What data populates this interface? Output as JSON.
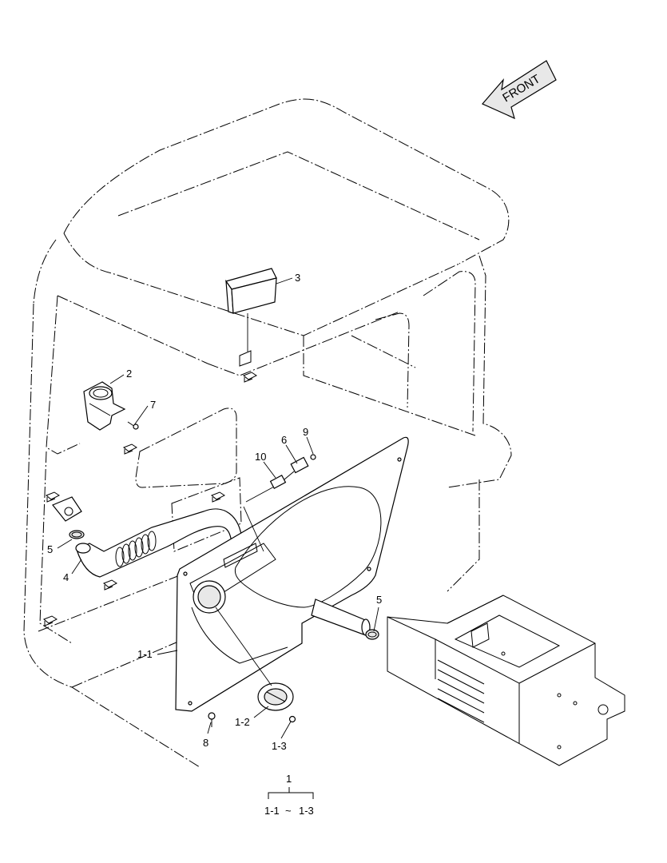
{
  "front_label": "FRONT",
  "callouts": {
    "c1": "1",
    "c1_1": "1-1",
    "c1_2": "1-2",
    "c1_3": "1-3",
    "c2": "2",
    "c3": "3",
    "c4": "4",
    "c5a": "5",
    "c5b": "5",
    "c6": "6",
    "c7": "7",
    "c8": "8",
    "c9": "9",
    "c10": "10"
  },
  "assembly_note": {
    "from": "1-1",
    "sep": "~",
    "to": "1-3"
  }
}
